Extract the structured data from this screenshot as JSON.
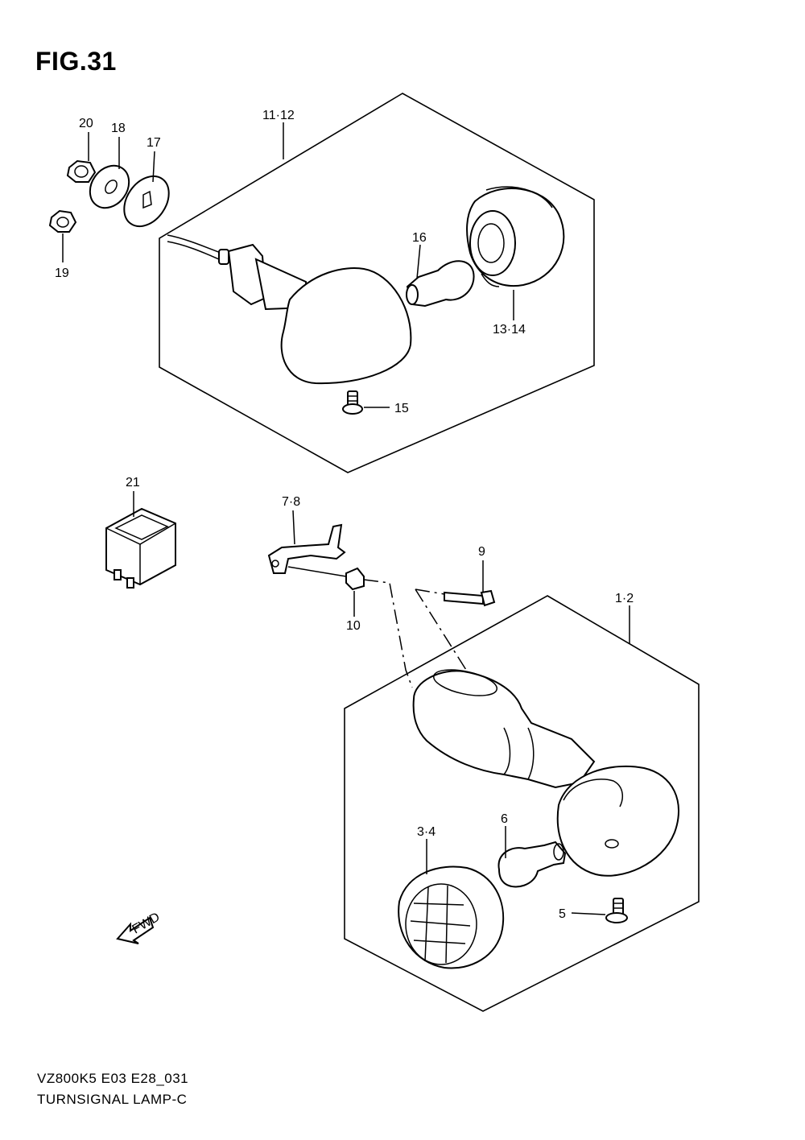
{
  "figure": {
    "title": "FIG.31"
  },
  "footer": {
    "model_code": "VZ800K5 E03 E28_031",
    "section_name": "TURNSIGNAL LAMP-C"
  },
  "fwd_label": "FWD",
  "callouts": {
    "c20": "20",
    "c18": "18",
    "c17": "17",
    "c19": "19",
    "c11_12": "11·12",
    "c16": "16",
    "c13_14": "13·14",
    "c15": "15",
    "c21": "21",
    "c7_8": "7·8",
    "c9": "9",
    "c10": "10",
    "c1_2": "1·2",
    "c3_4": "3·4",
    "c6": "6",
    "c5": "5"
  }
}
